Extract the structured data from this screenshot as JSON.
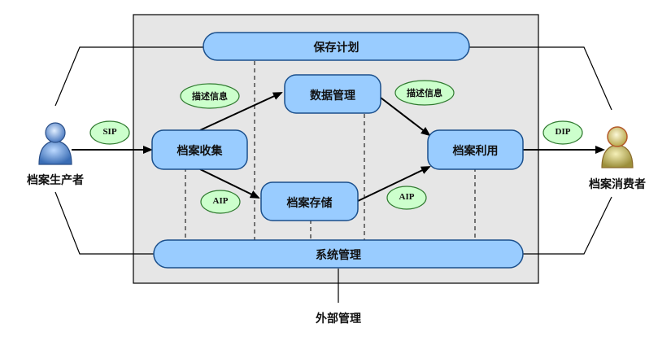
{
  "nodes": {
    "preservation_planning": "保存计划",
    "data_management": "数据管理",
    "ingest": "档案收集",
    "archival_storage": "档案存储",
    "access": "档案利用",
    "administration": "系统管理"
  },
  "packages": {
    "sip": "SIP",
    "aip_ingest": "AIP",
    "aip_access": "AIP",
    "dip": "DIP",
    "desc_info_left": "描述信息",
    "desc_info_right": "描述信息"
  },
  "actors": {
    "producer": "档案生产者",
    "consumer": "档案消费者"
  },
  "external": {
    "management": "外部管理"
  },
  "colors": {
    "box_fill": "#99ccff",
    "box_stroke": "#1a4f8c",
    "ellipse_fill": "#ccffcc",
    "frame_fill": "#e6e6e6",
    "user_producer": "#4f7fc4",
    "user_consumer": "#d8c46a"
  },
  "icons": {
    "producer": "user-icon",
    "consumer": "user-icon"
  }
}
